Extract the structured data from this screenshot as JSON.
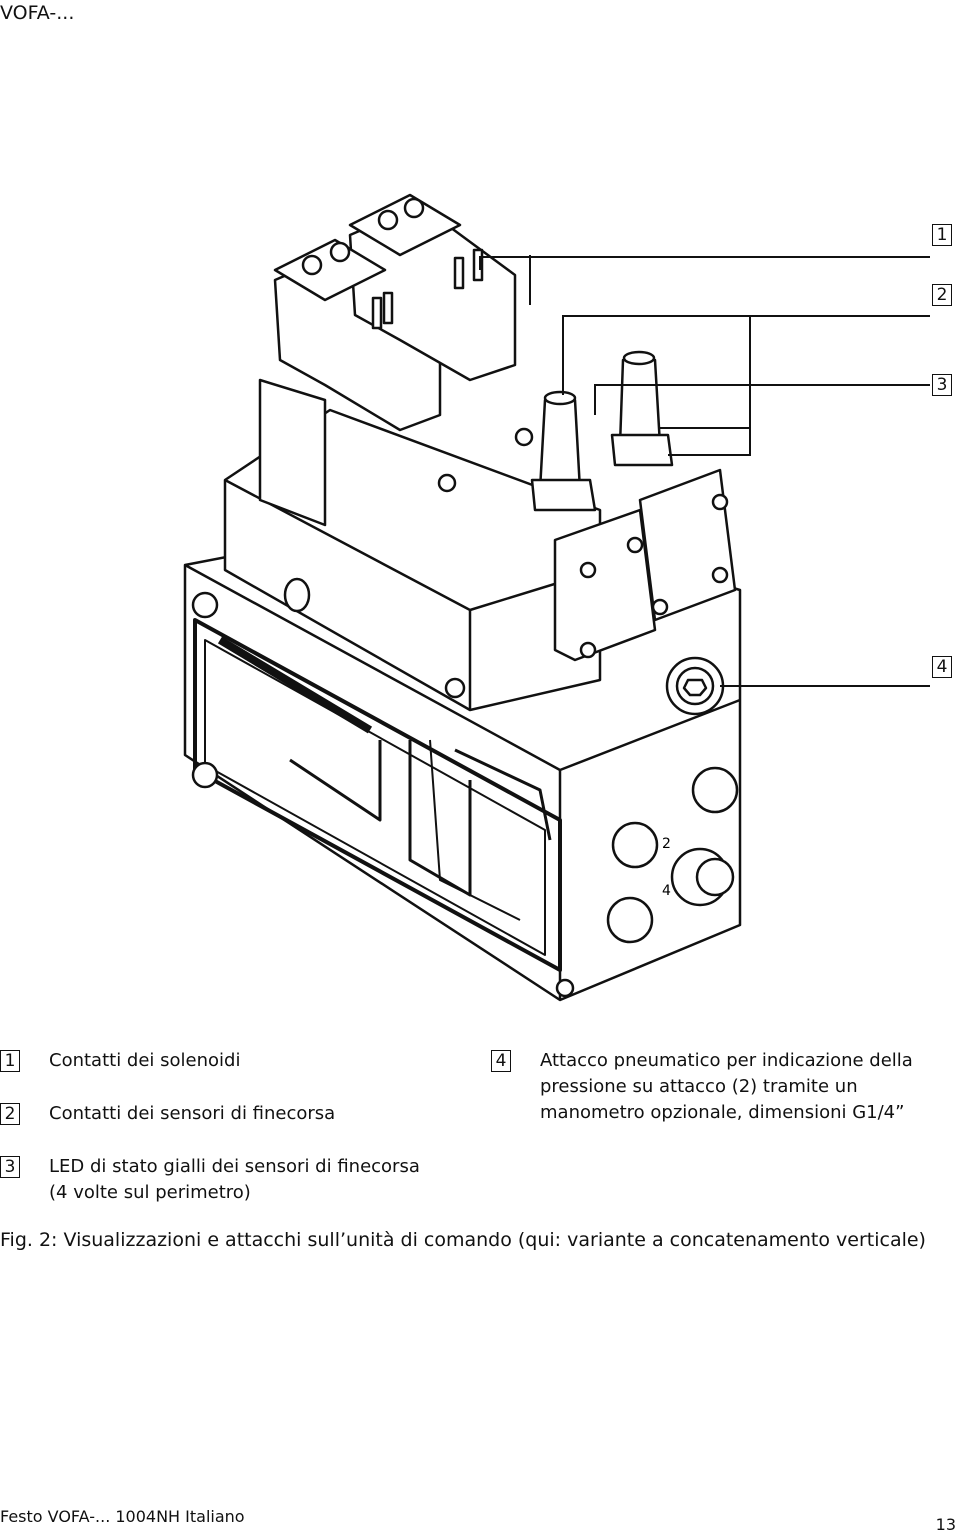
{
  "header": {
    "running_title": "VOFA-..."
  },
  "figure": {
    "callouts": [
      "1",
      "2",
      "3",
      "4"
    ],
    "port_labels": [
      "2",
      "4"
    ]
  },
  "legend": [
    {
      "num": "1",
      "text": "Contatti dei solenoidi"
    },
    {
      "num": "2",
      "text": "Contatti dei sensori di finecorsa"
    },
    {
      "num": "3",
      "lines": [
        "LED di stato gialli dei sensori di finecorsa",
        "(4 volte sul perimetro)"
      ]
    },
    {
      "num": "4",
      "lines": [
        "Attacco pneumatico per indicazione della",
        "pressione su attacco (2) tramite un",
        "manometro opzionale, dimensioni G1/4”"
      ]
    }
  ],
  "caption": "Fig. 2: Visualizzazioni e attacchi sull’unità di comando (qui: variante a concatenamento verticale)",
  "footer": {
    "left": "Festo VOFA-... 1004NH Italiano",
    "page": "13"
  }
}
